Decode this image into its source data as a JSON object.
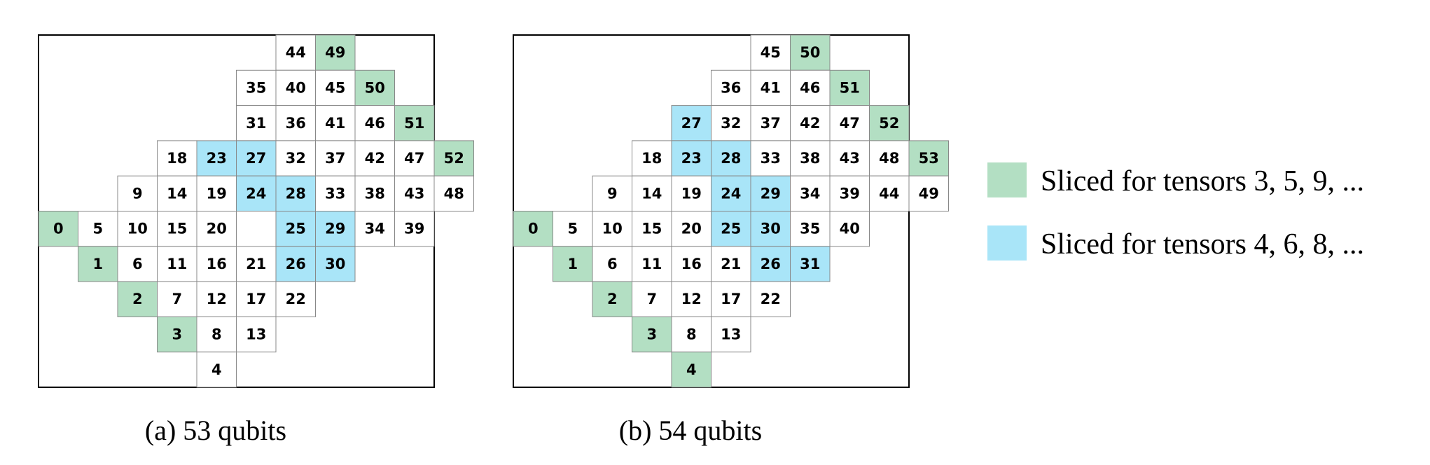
{
  "colors": {
    "green": "#b3dfc3",
    "blue": "#a9e5f8",
    "white": "#ffffff",
    "outline": "#888888",
    "frame": "#000000"
  },
  "panels": [
    {
      "caption": "(a) 53 qubits",
      "rows": [
        {
          "row": 0,
          "cells": [
            [
              6,
              "44",
              "w"
            ],
            [
              7,
              "49",
              "g"
            ]
          ]
        },
        {
          "row": 1,
          "cells": [
            [
              5,
              "35",
              "w"
            ],
            [
              6,
              "40",
              "w"
            ],
            [
              7,
              "45",
              "w"
            ],
            [
              8,
              "50",
              "g"
            ]
          ]
        },
        {
          "row": 2,
          "cells": [
            [
              5,
              "31",
              "w"
            ],
            [
              6,
              "36",
              "w"
            ],
            [
              7,
              "41",
              "w"
            ],
            [
              8,
              "46",
              "w"
            ],
            [
              9,
              "51",
              "g"
            ]
          ]
        },
        {
          "row": 3,
          "cells": [
            [
              3,
              "18",
              "w"
            ],
            [
              4,
              "23",
              "b"
            ],
            [
              5,
              "27",
              "b"
            ],
            [
              6,
              "32",
              "w"
            ],
            [
              7,
              "37",
              "w"
            ],
            [
              8,
              "42",
              "w"
            ],
            [
              9,
              "47",
              "w"
            ],
            [
              10,
              "52",
              "g"
            ]
          ]
        },
        {
          "row": 4,
          "cells": [
            [
              2,
              "9",
              "w"
            ],
            [
              3,
              "14",
              "w"
            ],
            [
              4,
              "19",
              "w"
            ],
            [
              5,
              "24",
              "b"
            ],
            [
              6,
              "28",
              "b"
            ],
            [
              7,
              "33",
              "w"
            ],
            [
              8,
              "38",
              "w"
            ],
            [
              9,
              "43",
              "w"
            ],
            [
              10,
              "48",
              "w"
            ]
          ]
        },
        {
          "row": 5,
          "cells": [
            [
              0,
              "0",
              "g"
            ],
            [
              1,
              "5",
              "w"
            ],
            [
              2,
              "10",
              "w"
            ],
            [
              3,
              "15",
              "w"
            ],
            [
              4,
              "20",
              "w"
            ],
            [
              6,
              "25",
              "b"
            ],
            [
              7,
              "29",
              "b"
            ],
            [
              8,
              "34",
              "w"
            ],
            [
              9,
              "39",
              "w"
            ]
          ]
        },
        {
          "row": 6,
          "cells": [
            [
              1,
              "1",
              "g"
            ],
            [
              2,
              "6",
              "w"
            ],
            [
              3,
              "11",
              "w"
            ],
            [
              4,
              "16",
              "w"
            ],
            [
              5,
              "21",
              "w"
            ],
            [
              6,
              "26",
              "b"
            ],
            [
              7,
              "30",
              "b"
            ]
          ]
        },
        {
          "row": 7,
          "cells": [
            [
              2,
              "2",
              "g"
            ],
            [
              3,
              "7",
              "w"
            ],
            [
              4,
              "12",
              "w"
            ],
            [
              5,
              "17",
              "w"
            ],
            [
              6,
              "22",
              "w"
            ]
          ]
        },
        {
          "row": 8,
          "cells": [
            [
              3,
              "3",
              "g"
            ],
            [
              4,
              "8",
              "w"
            ],
            [
              5,
              "13",
              "w"
            ]
          ]
        },
        {
          "row": 9,
          "cells": [
            [
              4,
              "4",
              "w"
            ]
          ]
        }
      ]
    },
    {
      "caption": "(b) 54 qubits",
      "rows": [
        {
          "row": 0,
          "cells": [
            [
              6,
              "45",
              "w"
            ],
            [
              7,
              "50",
              "g"
            ]
          ]
        },
        {
          "row": 1,
          "cells": [
            [
              5,
              "36",
              "w"
            ],
            [
              6,
              "41",
              "w"
            ],
            [
              7,
              "46",
              "w"
            ],
            [
              8,
              "51",
              "g"
            ]
          ]
        },
        {
          "row": 2,
          "cells": [
            [
              4,
              "27",
              "b"
            ],
            [
              5,
              "32",
              "w"
            ],
            [
              6,
              "37",
              "w"
            ],
            [
              7,
              "42",
              "w"
            ],
            [
              8,
              "47",
              "w"
            ],
            [
              9,
              "52",
              "g"
            ]
          ]
        },
        {
          "row": 3,
          "cells": [
            [
              3,
              "18",
              "w"
            ],
            [
              4,
              "23",
              "b"
            ],
            [
              5,
              "28",
              "b"
            ],
            [
              6,
              "33",
              "w"
            ],
            [
              7,
              "38",
              "w"
            ],
            [
              8,
              "43",
              "w"
            ],
            [
              9,
              "48",
              "w"
            ],
            [
              10,
              "53",
              "g"
            ]
          ]
        },
        {
          "row": 4,
          "cells": [
            [
              2,
              "9",
              "w"
            ],
            [
              3,
              "14",
              "w"
            ],
            [
              4,
              "19",
              "w"
            ],
            [
              5,
              "24",
              "b"
            ],
            [
              6,
              "29",
              "b"
            ],
            [
              7,
              "34",
              "w"
            ],
            [
              8,
              "39",
              "w"
            ],
            [
              9,
              "44",
              "w"
            ],
            [
              10,
              "49",
              "w"
            ]
          ]
        },
        {
          "row": 5,
          "cells": [
            [
              0,
              "0",
              "g"
            ],
            [
              1,
              "5",
              "w"
            ],
            [
              2,
              "10",
              "w"
            ],
            [
              3,
              "15",
              "w"
            ],
            [
              4,
              "20",
              "w"
            ],
            [
              5,
              "25",
              "b"
            ],
            [
              6,
              "30",
              "b"
            ],
            [
              7,
              "35",
              "w"
            ],
            [
              8,
              "40",
              "w"
            ]
          ]
        },
        {
          "row": 6,
          "cells": [
            [
              1,
              "1",
              "g"
            ],
            [
              2,
              "6",
              "w"
            ],
            [
              3,
              "11",
              "w"
            ],
            [
              4,
              "16",
              "w"
            ],
            [
              5,
              "21",
              "w"
            ],
            [
              6,
              "26",
              "b"
            ],
            [
              7,
              "31",
              "b"
            ]
          ]
        },
        {
          "row": 7,
          "cells": [
            [
              2,
              "2",
              "g"
            ],
            [
              3,
              "7",
              "w"
            ],
            [
              4,
              "12",
              "w"
            ],
            [
              5,
              "17",
              "w"
            ],
            [
              6,
              "22",
              "w"
            ]
          ]
        },
        {
          "row": 8,
          "cells": [
            [
              3,
              "3",
              "g"
            ],
            [
              4,
              "8",
              "w"
            ],
            [
              5,
              "13",
              "w"
            ]
          ]
        },
        {
          "row": 9,
          "cells": [
            [
              4,
              "4",
              "g"
            ]
          ]
        }
      ]
    }
  ],
  "legend": [
    {
      "label": "Sliced for tensors 3, 5, 9, ...",
      "color": "g"
    },
    {
      "label": "Sliced for tensors 4, 6, 8, ...",
      "color": "b"
    }
  ]
}
